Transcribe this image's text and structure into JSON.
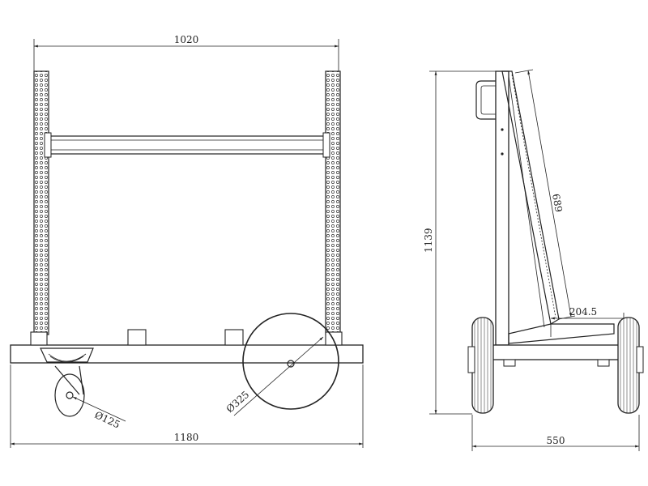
{
  "dimensions": {
    "front_width": "1020",
    "overall_length": "1180",
    "caster_diameter": "Ø125",
    "wheel_diameter": "Ø325",
    "height": "1139",
    "side_width": "550",
    "backrest_length": "689",
    "base_depth": "204.5"
  }
}
